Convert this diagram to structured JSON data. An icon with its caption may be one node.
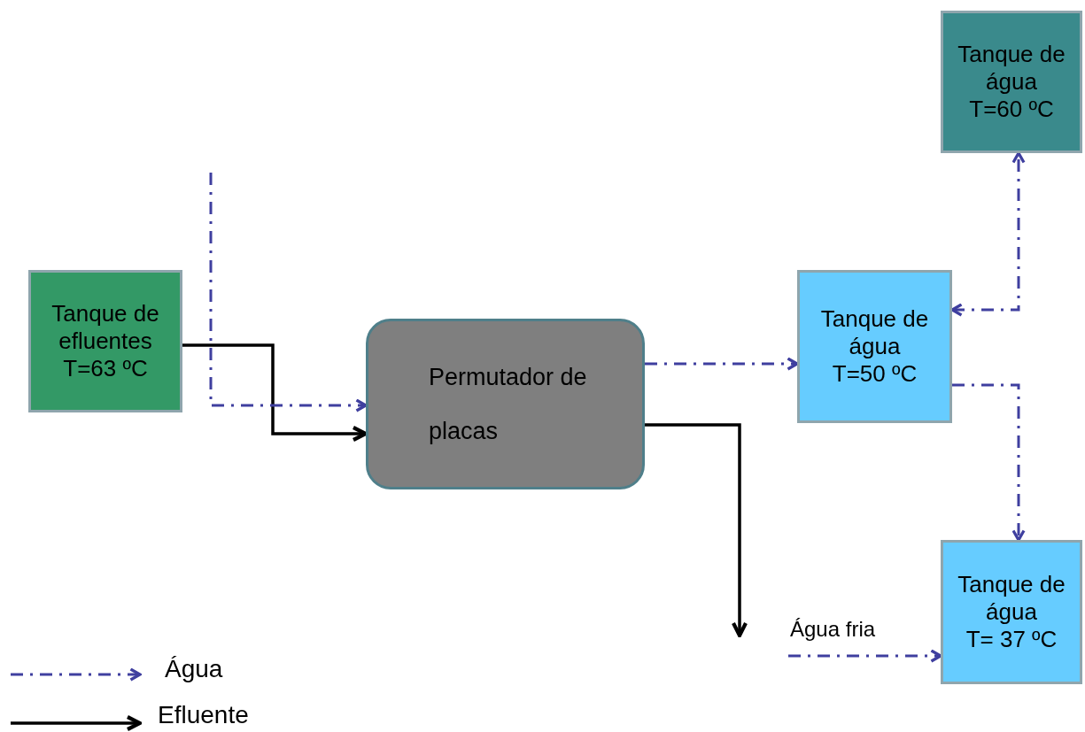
{
  "diagram": {
    "nodes": [
      {
        "text": [
          "Tanque de efluentes",
          "T=63 ºC"
        ]
      },
      {
        "text": [
          "Permutador de placas"
        ]
      },
      {
        "text": [
          "Tanque de água",
          "T=50 ºC"
        ]
      },
      {
        "text": [
          "Tanque de água",
          "T=60 ºC"
        ]
      },
      {
        "text": [
          "Tanque de água",
          "T= 37 ºC"
        ]
      }
    ],
    "edges": [
      {
        "from": 0,
        "to": 1,
        "arrow": "to",
        "color": "#000000"
      },
      {
        "from": null,
        "to": 1,
        "arrow": "to",
        "style": "dashed"
      },
      {
        "from": 1,
        "to": 2,
        "arrow": "to",
        "style": "dashed"
      },
      {
        "from": 2,
        "to": 3,
        "arrow": "both",
        "style": "dashed"
      },
      {
        "from": 2,
        "to": 4,
        "arrow": "to",
        "style": "dashed"
      },
      {
        "from": 1,
        "to": null,
        "arrow": "to",
        "color": "#000000"
      },
      {
        "from": null,
        "to": 4,
        "arrow": "to",
        "style": "dashed",
        "label": "Água fria"
      }
    ],
    "legend": [
      {
        "text": "Água"
      },
      {
        "text": "Efluente"
      }
    ]
  }
}
